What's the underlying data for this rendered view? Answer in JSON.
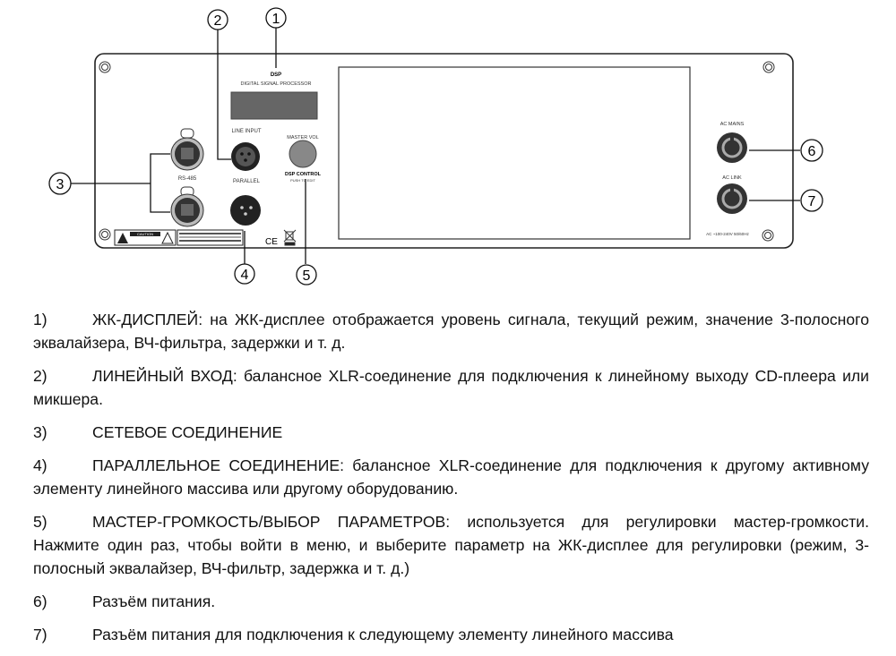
{
  "diagram": {
    "callouts": [
      "1",
      "2",
      "3",
      "4",
      "5",
      "6",
      "7"
    ],
    "dsp_title": "DSP",
    "dsp_subtitle": "DIGITAL SIGNAL PROCESSOR",
    "line_input": "LINE INPUT",
    "parallel": "PARALLEL",
    "rs485": "RS-485",
    "master_vol": "MASTER VOL",
    "dsp_control": "DSP CONTROL",
    "push_to_edit": "PUSH TO EDIT",
    "caution": "CAUTION",
    "ce_mark": "CE",
    "ac_mains": "AC MAINS",
    "ac_link": "AC LINK",
    "ac_rating": "AC ~100-240V 50/60Hz"
  },
  "items": [
    {
      "num": "1)",
      "text": "ЖК-ДИСПЛЕЙ: на ЖК-дисплее отображается уровень сигнала, текущий режим, значение 3-полосного эквалайзера, ВЧ-фильтра, задержки и т. д."
    },
    {
      "num": "2)",
      "text": "ЛИНЕЙНЫЙ ВХОД: балансное XLR-соединение для подключения к линейному выходу CD-плеера или микшера."
    },
    {
      "num": "3)",
      "text": "СЕТЕВОЕ СОЕДИНЕНИЕ"
    },
    {
      "num": "4)",
      "text": "ПАРАЛЛЕЛЬНОЕ СОЕДИНЕНИЕ: балансное XLR-соединение для подключения к другому активному элементу линейного массива или другому оборудованию."
    },
    {
      "num": "5)",
      "text": "МАСТЕР-ГРОМКОСТЬ/ВЫБОР ПАРАМЕТРОВ: используется для регулировки мастер-громкости. Нажмите один раз, чтобы войти в меню, и выберите параметр на ЖК-дисплее для регулировки (режим, 3-полосный эквалайзер, ВЧ-фильтр, задержка и т. д.)"
    },
    {
      "num": "6)",
      "text": "Разъём питания."
    },
    {
      "num": "7)",
      "text": "Разъём питания для подключения к следующему элементу линейного массива"
    }
  ]
}
